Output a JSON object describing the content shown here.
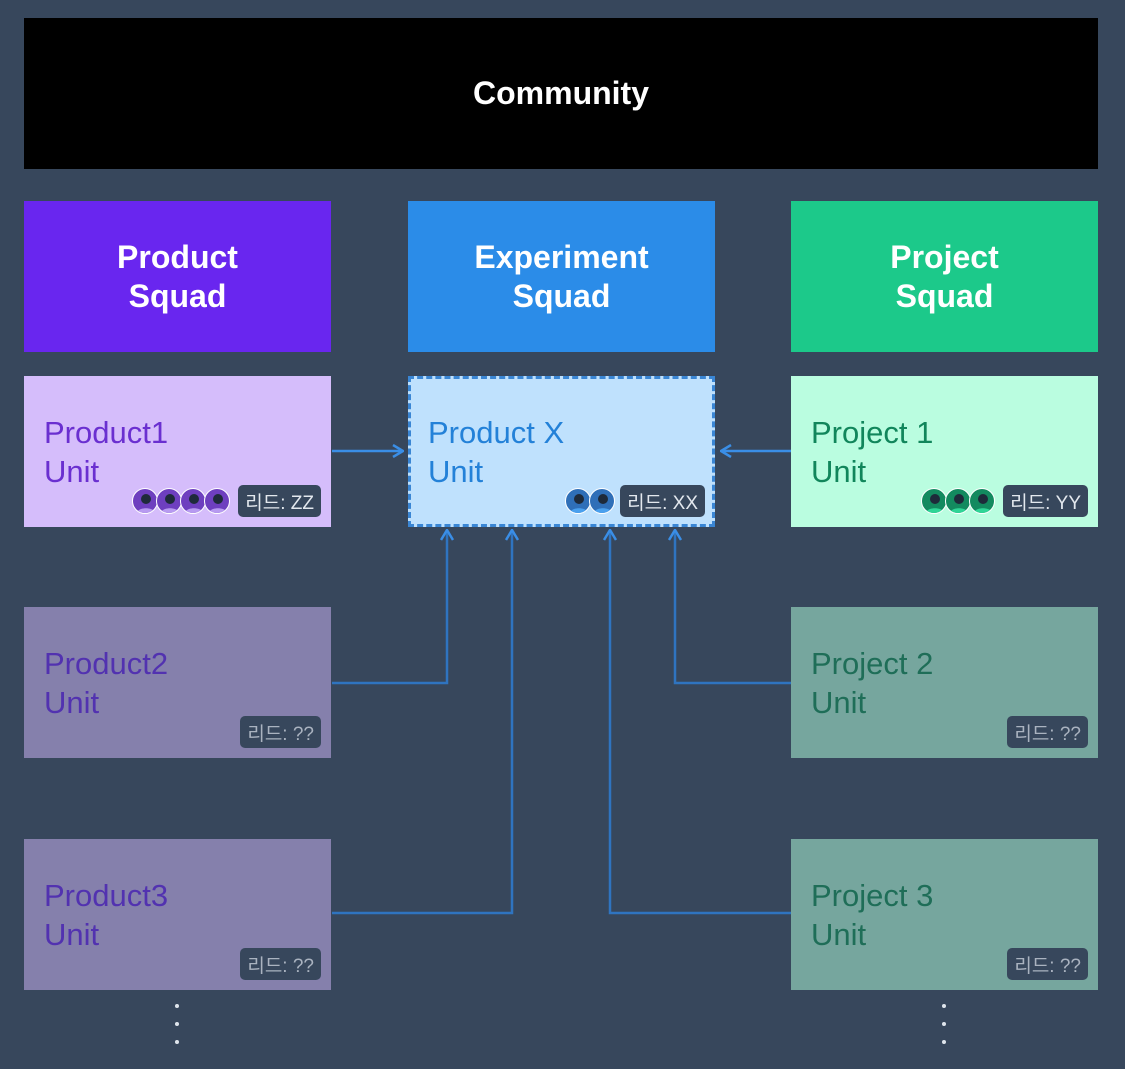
{
  "community": {
    "title": "Community"
  },
  "squads": [
    {
      "line1": "Product",
      "line2": "Squad",
      "color": "#6926ef"
    },
    {
      "line1": "Experiment",
      "line2": "Squad",
      "color": "#2b8ce8"
    },
    {
      "line1": "Project",
      "line2": "Squad",
      "color": "#1cc98a"
    }
  ],
  "units": {
    "product1": {
      "line1": "Product1",
      "line2": "Unit",
      "lead": "리드: ZZ",
      "members": 4
    },
    "product2": {
      "line1": "Product2",
      "line2": "Unit",
      "lead": "리드: ??"
    },
    "product3": {
      "line1": "Product3",
      "line2": "Unit",
      "lead": "리드: ??"
    },
    "productx": {
      "line1": "Product X",
      "line2": "Unit",
      "lead": "리드: XX",
      "members": 2
    },
    "project1": {
      "line1": "Project 1",
      "line2": "Unit",
      "lead": "리드: YY",
      "members": 3
    },
    "project2": {
      "line1": "Project 2",
      "line2": "Unit",
      "lead": "리드: ??"
    },
    "project3": {
      "line1": "Project 3",
      "line2": "Unit",
      "lead": "리드: ??"
    }
  },
  "colors": {
    "background": "#37475c",
    "product_unit_active": "#d5bdfb",
    "product_unit_inactive": "#8580ac",
    "product_text_active": "#6a2fd0",
    "product_text_inactive": "#5232b0",
    "experiment_unit": "#bfe1fd",
    "experiment_text": "#2381d8",
    "project_unit_active": "#bafde0",
    "project_unit_inactive": "#76a69e",
    "project_text_active": "#11865b",
    "project_text_inactive": "#1f6e58",
    "connector": "#2f74c0"
  }
}
